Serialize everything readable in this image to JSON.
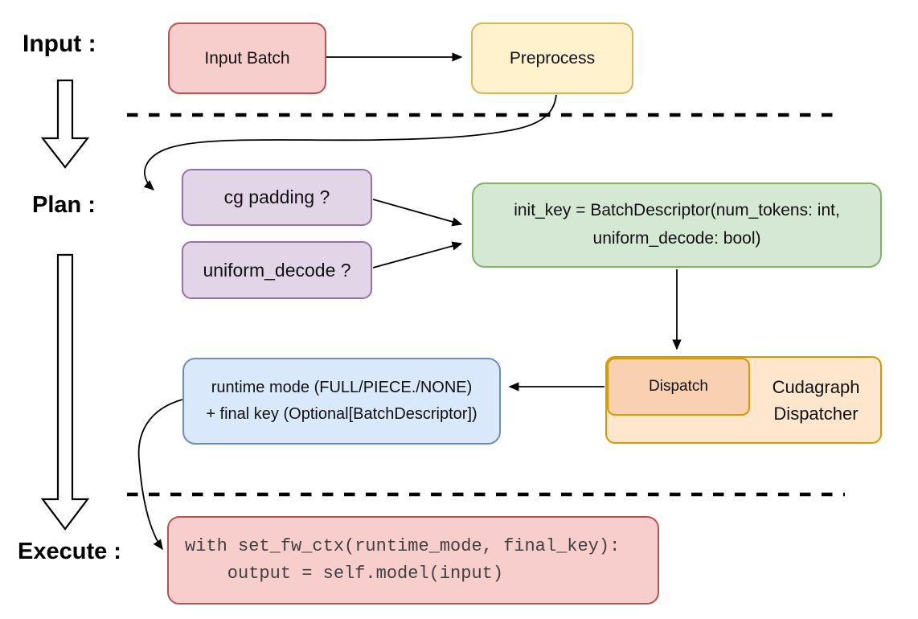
{
  "stages": {
    "input": "Input :",
    "plan": "Plan :",
    "execute": "Execute :"
  },
  "nodes": {
    "input_batch": {
      "label": "Input Batch",
      "fill": "#F8CECC",
      "stroke": "#B85450"
    },
    "preprocess": {
      "label": "Preprocess",
      "fill": "#FFF2CC",
      "stroke": "#D6B656"
    },
    "cg_padding": {
      "label": "cg padding ?",
      "fill": "#E1D5E7",
      "stroke": "#9673A6"
    },
    "uniform_decode": {
      "label": "uniform_decode ?",
      "fill": "#E1D5E7",
      "stroke": "#9673A6"
    },
    "init_key": {
      "line1": "init_key = BatchDescriptor(num_tokens: int,",
      "line2": "uniform_decode: bool)",
      "fill": "#D5E8D4",
      "stroke": "#82B366"
    },
    "dispatch": {
      "label": "Dispatch",
      "fill": "#F9D0B0",
      "stroke": "#D79B00"
    },
    "cudagraph_dispatcher": {
      "line1": "Cudagraph",
      "line2": "Dispatcher",
      "fill": "#FFE6CC",
      "stroke": "#D79B00"
    },
    "runtime_mode": {
      "line1": "runtime mode (FULL/PIECE./NONE)",
      "line2": "+ final key (Optional[BatchDescriptor])",
      "fill": "#DAE8FC",
      "stroke": "#6C8EBF"
    },
    "execute_code": {
      "line1": "with set_fw_ctx(runtime_mode, final_key):",
      "line2": "    output = self.model(input)",
      "fill": "#F8CECC",
      "stroke": "#B85450"
    }
  },
  "connector_color": "#000000"
}
